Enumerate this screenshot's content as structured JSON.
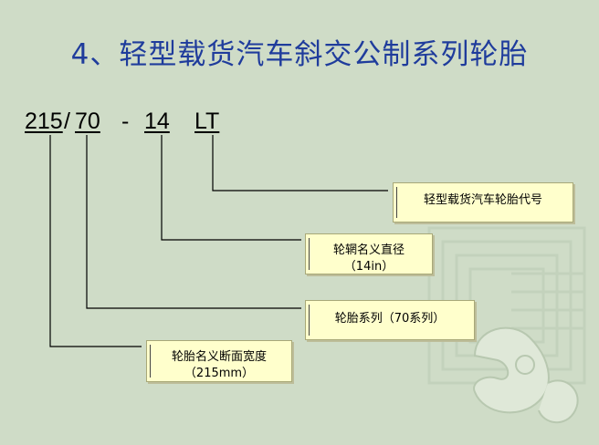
{
  "title": "4、轻型载货汽车斜交公制系列轮胎",
  "spec": {
    "width": "215",
    "slash": "/",
    "ratio": "70",
    "dash": "-",
    "rim": "14",
    "type": "LT"
  },
  "callouts": {
    "type_code": {
      "line1": "轻型载货汽车轮胎代号"
    },
    "rim_diameter": {
      "line1": "轮辋名义直径",
      "line2": "（14in）"
    },
    "series": {
      "line1": "轮胎系列（70系列）"
    },
    "section_width": {
      "line1": "轮胎名义断面宽度",
      "line2": "（215mm）"
    }
  },
  "colors": {
    "background": "#cfdcc7",
    "title": "#1f3c9c",
    "callout_fill": "#ffffcc"
  }
}
